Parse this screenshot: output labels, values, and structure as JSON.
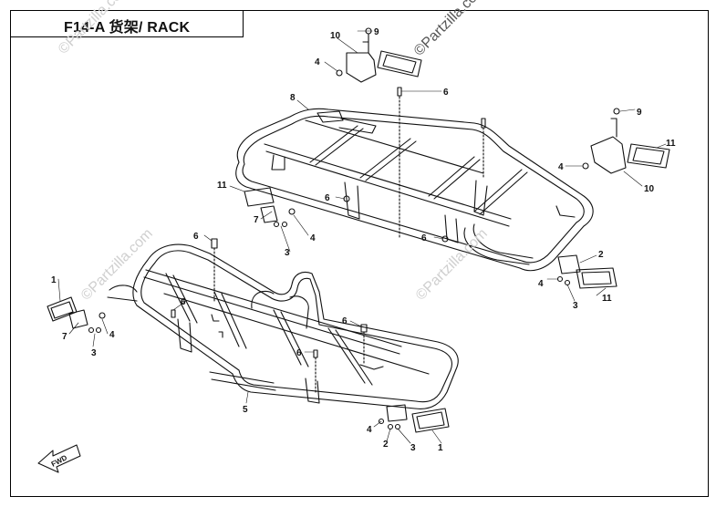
{
  "title": "F14-A 货架/ RACK",
  "watermark": "©Partzilla.com",
  "fwd_label": "FWD",
  "callouts": {
    "rear_9": "9",
    "rear_10a": "10",
    "rear_4a": "4",
    "rear_8": "8",
    "rear_6a": "6",
    "rear_9b": "9",
    "rear_11a": "11",
    "rear_4b": "4",
    "rear_10b": "10",
    "rear_11b": "11",
    "rear_7a": "7",
    "rear_6b": "6",
    "rear_4c": "4",
    "rear_3a": "3",
    "rear_6c": "6",
    "rear_2": "2",
    "rear_4d": "4",
    "rear_3b": "3",
    "rear_11c": "11",
    "front_6a": "6",
    "front_1a": "1",
    "front_7": "7",
    "front_4a": "4",
    "front_3a": "3",
    "front_6b": "6",
    "front_6c": "6",
    "front_6d": "6",
    "front_5": "5",
    "front_4b": "4",
    "front_2": "2",
    "front_3b": "3",
    "front_1b": "1"
  },
  "colors": {
    "line": "#111111",
    "watermark": "#cfcfcf"
  }
}
